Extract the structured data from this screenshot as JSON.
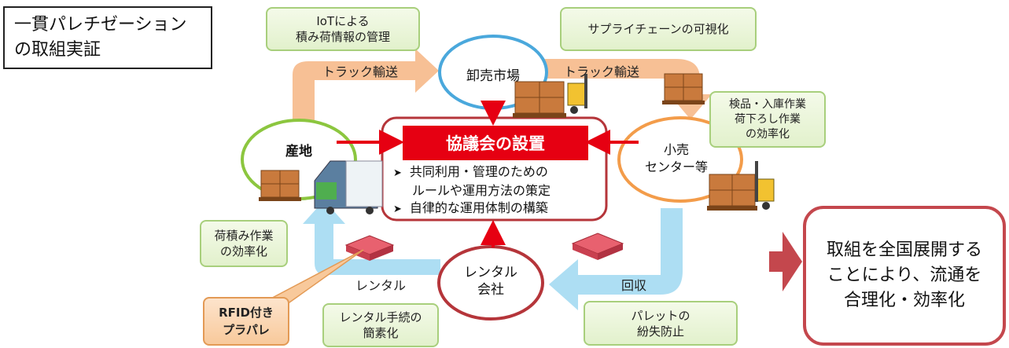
{
  "title": [
    "一貫パレチゼーション",
    "の取組実証"
  ],
  "nodes": {
    "market": "卸売市場",
    "origin": "産地",
    "retail": [
      "小売",
      "センター等"
    ],
    "rental": [
      "レンタル",
      "会社"
    ]
  },
  "council": {
    "title": "協議会の設置",
    "items": [
      "共同利用・管理のための",
      "ルールや運用方法の策定",
      "自律的な運用体制の構築"
    ]
  },
  "flows": {
    "truck_1": "トラック輸送",
    "truck_2": "トラック輸送",
    "rental": "レンタル",
    "collection": "回収"
  },
  "notes": {
    "iot": [
      "IoTによる",
      "積み荷情報の管理"
    ],
    "supply_chain": "サプライチェーンの可視化",
    "inspection": [
      "検品・入庫作業",
      "荷下ろし作業",
      "の効率化"
    ],
    "loading": [
      "荷積み作業",
      "の効率化"
    ],
    "rental_proc": [
      "レンタル手続の",
      "簡素化"
    ],
    "loss": [
      "パレットの",
      "紛失防止"
    ],
    "rfid": [
      "RFID付き",
      "プラパレ"
    ]
  },
  "result": [
    "取組を全国展開する",
    "ことにより、流通を",
    "合理化・効率化"
  ],
  "colors": {
    "council_red": "#e60012",
    "arrow_orange": "#f6b98a",
    "arrow_blue": "#a9dcf2",
    "circle_blue": "#4aa8dc",
    "circle_green": "#8cc63f",
    "circle_orange": "#f39c4a",
    "circle_red": "#b5353a",
    "result_arrow": "#c4474d"
  }
}
